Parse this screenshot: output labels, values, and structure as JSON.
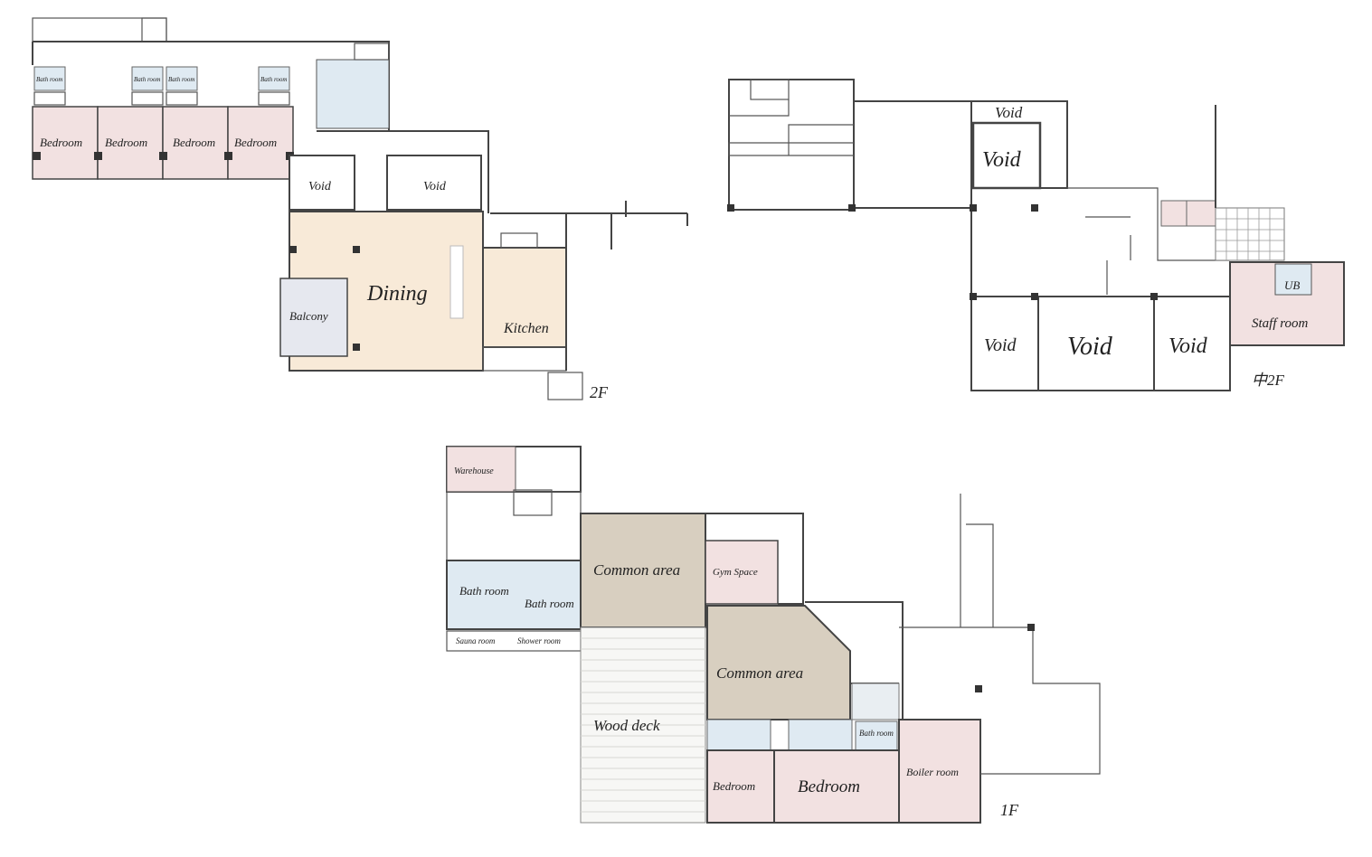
{
  "colors": {
    "bedroom": "#f2e1e1",
    "bath": "#dfeaf2",
    "dining": "#f8ead8",
    "common": "#d8cfc0",
    "balcony": "#e6e8ef",
    "wall": "#444444"
  },
  "floor_2f": {
    "level": "2F",
    "bedroom_1": "Bedroom",
    "bedroom_2": "Bedroom",
    "bedroom_3": "Bedroom",
    "bedroom_4": "Bedroom",
    "bath_1": "Bath room",
    "bath_2": "Bath room",
    "bath_3": "Bath room",
    "bath_4": "Bath room",
    "void_1": "Void",
    "void_2": "Void",
    "dining": "Dining",
    "kitchen": "Kitchen",
    "balcony": "Balcony"
  },
  "floor_m2f": {
    "level": "中2F",
    "void_top": "Void",
    "void_large": "Void",
    "void_low_1": "Void",
    "void_low_2": "Void",
    "void_low_3": "Void",
    "staff_room": "Staff room",
    "ub": "UB"
  },
  "floor_1f": {
    "level": "1F",
    "warehouse": "Warehouse",
    "bath_1": "Bath room",
    "bath_2": "Bath room",
    "sauna": "Sauna room",
    "shower": "Shower room",
    "common_1": "Common area",
    "common_2": "Common area",
    "gym": "Gym Space",
    "wood_deck": "Wood deck",
    "bedroom_1": "Bedroom",
    "bedroom_2": "Bedroom",
    "bath_3": "Bath room",
    "boiler": "Boiler room"
  }
}
